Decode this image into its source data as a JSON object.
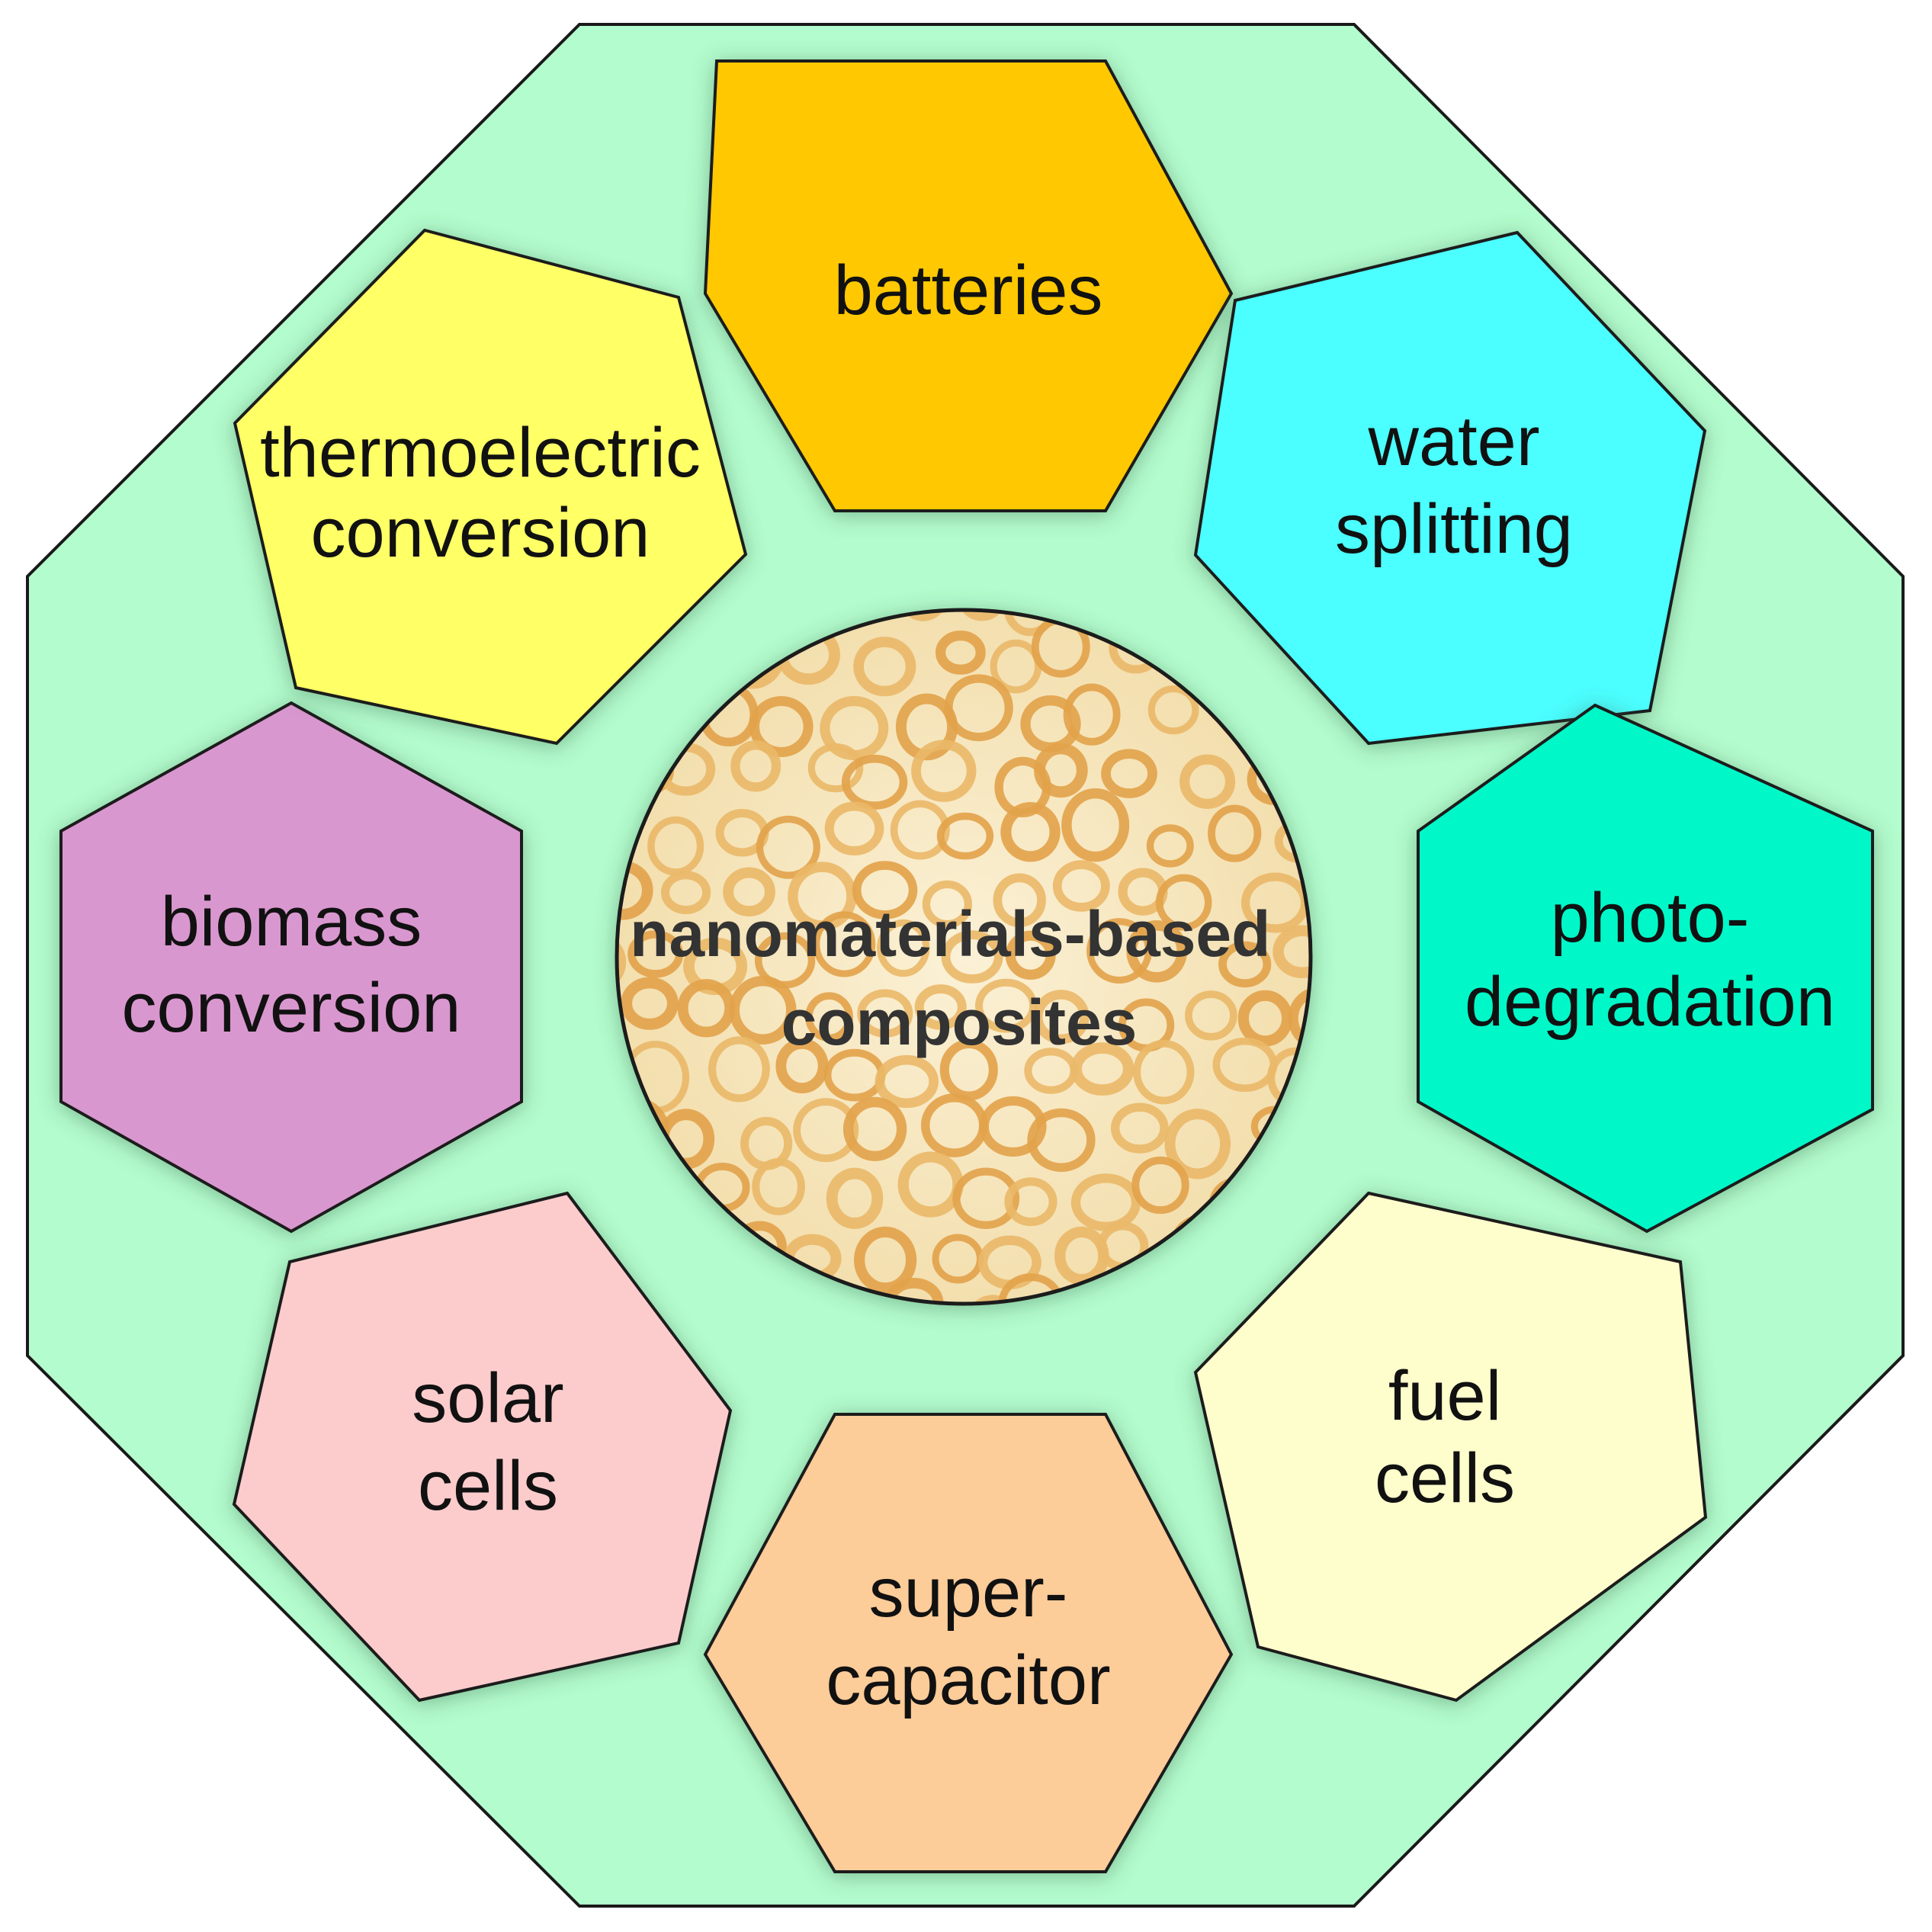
{
  "center": {
    "lines": [
      "nanomaterials-based",
      "composites"
    ]
  },
  "applications": [
    {
      "id": "batteries",
      "lines": [
        "batteries"
      ],
      "color": "#FFC800"
    },
    {
      "id": "water-splitting",
      "lines": [
        "water",
        "splitting"
      ],
      "color": "#4CFEFF"
    },
    {
      "id": "photo-degradation",
      "lines": [
        "photo-",
        "degradation"
      ],
      "color": "#00F8C8"
    },
    {
      "id": "fuel-cells",
      "lines": [
        "fuel",
        "cells"
      ],
      "color": "#FEFECC"
    },
    {
      "id": "supercapacitor",
      "lines": [
        "super-",
        "capacitor"
      ],
      "color": "#FCCC99"
    },
    {
      "id": "solar-cells",
      "lines": [
        "solar",
        "cells"
      ],
      "color": "#FCCCCC"
    },
    {
      "id": "biomass-conversion",
      "lines": [
        "biomass",
        "conversion"
      ],
      "color": "#D997CF"
    },
    {
      "id": "thermoelectric-conversion",
      "lines": [
        "thermoelectric",
        "conversion"
      ],
      "color": "#FFFF66"
    }
  ],
  "colors": {
    "background": "#B3FCCD",
    "outline": "#1A1A1A"
  }
}
